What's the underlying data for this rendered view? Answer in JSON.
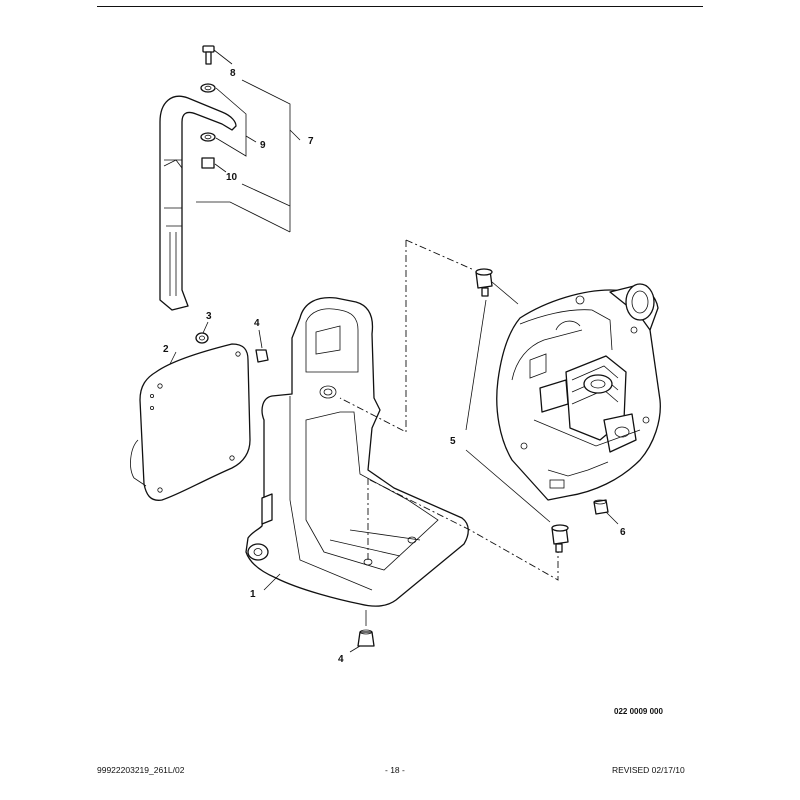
{
  "diagram": {
    "callouts": [
      {
        "id": "1",
        "label": "1"
      },
      {
        "id": "2",
        "label": "2"
      },
      {
        "id": "3",
        "label": "3"
      },
      {
        "id": "4a",
        "label": "4"
      },
      {
        "id": "4b",
        "label": "4"
      },
      {
        "id": "5",
        "label": "5"
      },
      {
        "id": "6",
        "label": "6"
      },
      {
        "id": "7",
        "label": "7"
      },
      {
        "id": "8",
        "label": "8"
      },
      {
        "id": "9",
        "label": "9"
      },
      {
        "id": "10",
        "label": "10"
      }
    ],
    "reference_code": "022 0009 000"
  },
  "footer": {
    "left": "99922203219_261L/02",
    "center": "- 18 -",
    "right": "REVISED 02/17/10"
  }
}
